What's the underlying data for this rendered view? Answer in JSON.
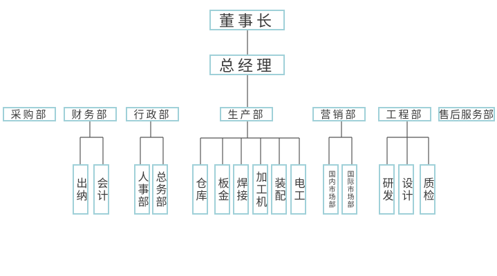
{
  "chairman": "董事长",
  "general_manager": "总经理",
  "departments": [
    {
      "name": "采购部",
      "subs": []
    },
    {
      "name": "财务部",
      "subs": [
        "出纳",
        "会计"
      ]
    },
    {
      "name": "行政部",
      "subs": [
        "人事部",
        "总务部"
      ]
    },
    {
      "name": "生产部",
      "subs": [
        "仓库",
        "板金",
        "焊接",
        "加工机",
        "装配",
        "电工"
      ]
    },
    {
      "name": "营销部",
      "subs": [
        "国内市场部",
        "国际市场部"
      ]
    },
    {
      "name": "工程部",
      "subs": [
        "研发",
        "设计",
        "质检"
      ]
    },
    {
      "name": "售后服务部",
      "subs": []
    }
  ],
  "colors": {
    "box_border": "#9fd0d8",
    "line": "#555555",
    "text": "#3a3a3a"
  }
}
